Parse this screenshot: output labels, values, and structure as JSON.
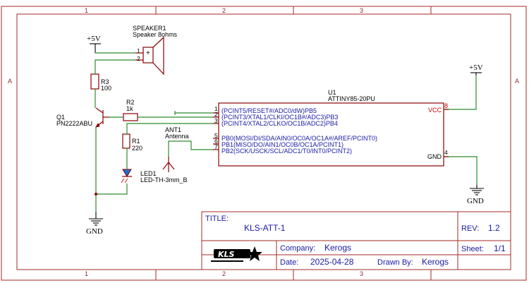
{
  "border": {
    "columns": [
      "1",
      "2",
      "3"
    ],
    "rows": [
      "A"
    ]
  },
  "power": {
    "plus5v": "+5V",
    "gnd": "GND"
  },
  "components": {
    "speaker": {
      "ref": "SPEAKER1",
      "value": "Speaker 8ohms",
      "pin1": "1",
      "pin2": "2",
      "plus": "+"
    },
    "r3": {
      "ref": "R3",
      "value": "100"
    },
    "q1": {
      "ref": "Q1",
      "value": "PN2222ABU"
    },
    "r2": {
      "ref": "R2",
      "value": "1k"
    },
    "r1": {
      "ref": "R1",
      "value": "220"
    },
    "led1": {
      "ref": "LED1",
      "value": "LED-TH-3mm_B"
    },
    "ant1": {
      "ref": "ANT1",
      "value": "Antenna"
    },
    "u1": {
      "ref": "U1",
      "value": "ATTINY85-20PU",
      "left_pins": [
        {
          "num": "1",
          "label": "(PCINT5/RESET#/ADC0/dW)PB5"
        },
        {
          "num": "2",
          "label": "(PCINT3/XTAL1/CLKI/OC1B#/ADC3)PB3"
        },
        {
          "num": "3",
          "label": "(PCINT4/XTAL2/CLKO/OC1B/ADC2)PB4"
        },
        {
          "num": "5",
          "label": "PB0(MOSI/DI/SDA/AIN0/OC0A/OC1A#/AREF/PCINT0)"
        },
        {
          "num": "6",
          "label": "PB1(MISO/DO/AIN1/OC0B/OC1A/PCINT1)"
        },
        {
          "num": "7",
          "label": "PB2(SCK/USCK/SCL/ADC1/T0/INT0/PCINT2)"
        }
      ],
      "vcc_label": "VCC",
      "vcc_num": "8",
      "gnd_label": "GND",
      "gnd_num": "4"
    }
  },
  "title_block": {
    "title_key": "TITLE:",
    "title": "KLS-ATT-1",
    "rev_key": "REV:",
    "rev": "1.2",
    "company_key": "Company:",
    "company": "Kerogs",
    "sheet_key": "Sheet:",
    "sheet": "1/1",
    "date_key": "Date:",
    "date": "2025-04-28",
    "drawn_key": "Drawn By:",
    "drawn": "Kerogs",
    "logo_text": "KLS"
  },
  "colors": {
    "frame": "#a52a2a",
    "wire": "#2e8b2e",
    "component": "#8b0000",
    "pin_text": "#1a1aa6",
    "vcc": "#cc0000"
  }
}
